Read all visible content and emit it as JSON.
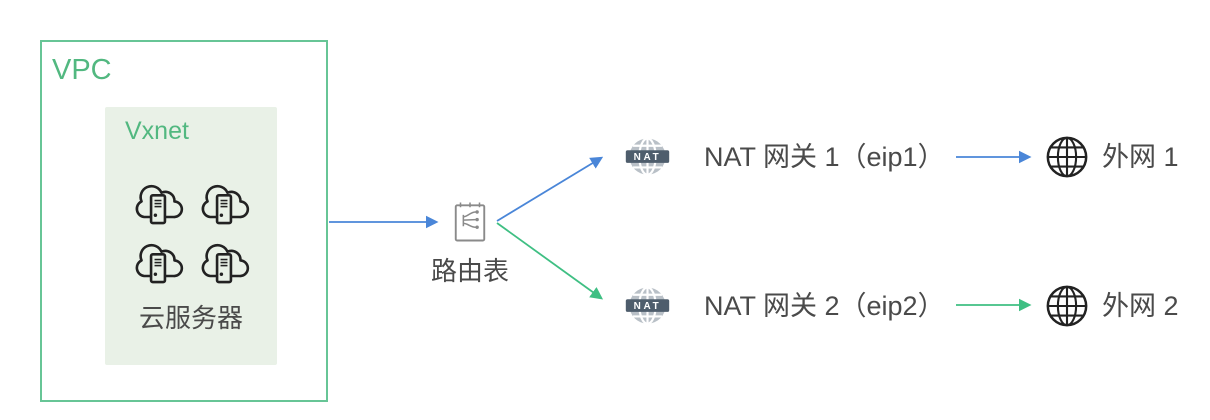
{
  "diagram": {
    "vpc": {
      "label": "VPC"
    },
    "vxnet": {
      "label": "Vxnet",
      "servers_label": "云服务器",
      "server_count": 4
    },
    "route_table": {
      "label": "路由表"
    },
    "nat_gateways": [
      {
        "icon_text": "NAT",
        "label": "NAT 网关 1（eip1）"
      },
      {
        "icon_text": "NAT",
        "label": "NAT 网关 2（eip2）"
      }
    ],
    "external_networks": [
      {
        "label": "外网 1"
      },
      {
        "label": "外网 2"
      }
    ]
  },
  "colors": {
    "green_accent": "#52b880",
    "vpc_border": "#67c596",
    "vxnet_fill": "#e9f1e7",
    "blue_arrow": "#4a86d8",
    "green_arrow": "#3fbf83",
    "nat_banner": "#4e5d6c",
    "nat_globe_gray": "#b9c0c7",
    "text_dark": "#4a4a4a",
    "icon_dark": "#222222",
    "route_icon_gray": "#8a8a8a",
    "canvas_bg": "#ffffff"
  }
}
